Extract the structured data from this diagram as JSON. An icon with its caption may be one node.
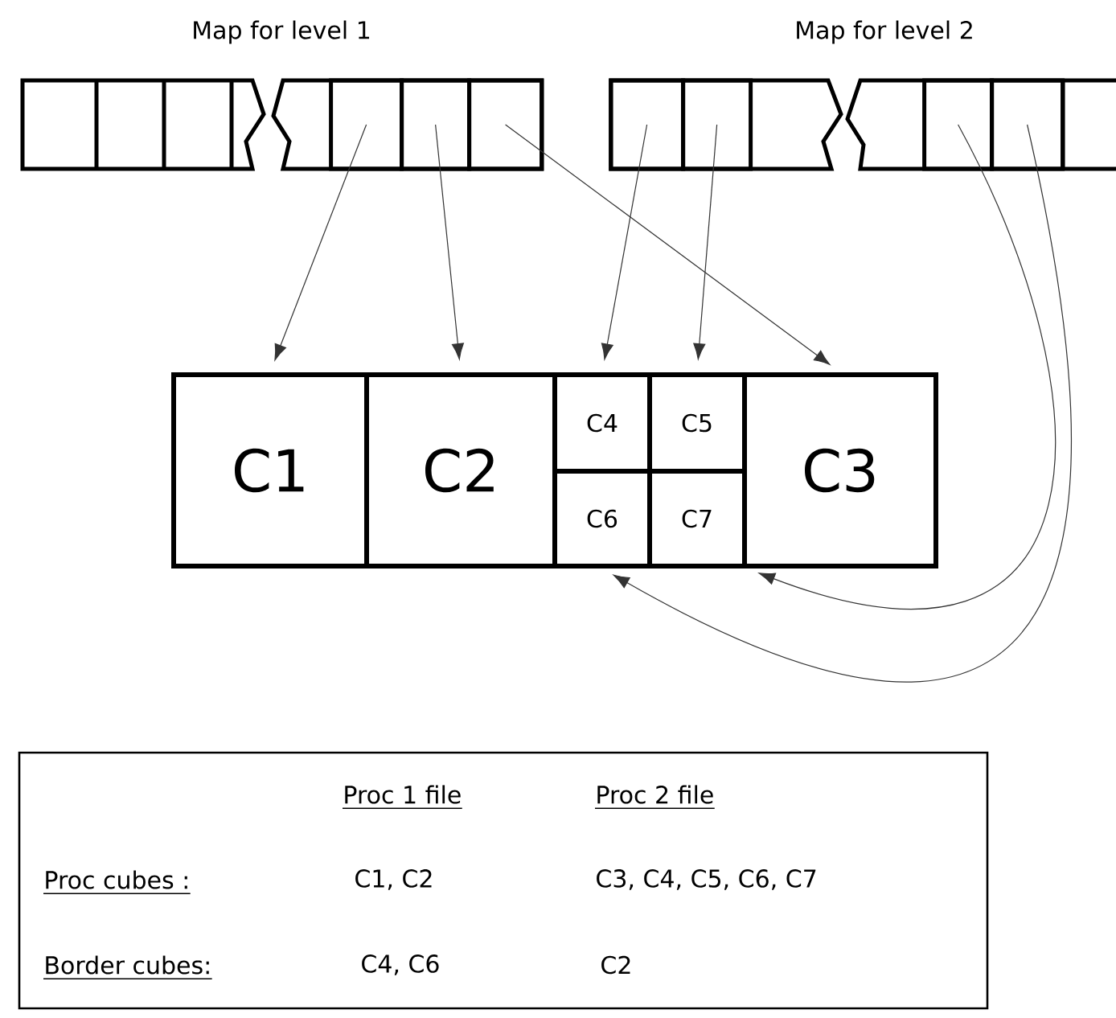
{
  "diagram": {
    "nodes": [
      {
        "text": [
          "Map for level 1"
        ]
      },
      {
        "text": [],
        "shape": "box",
        "in": 0
      },
      {
        "text": [],
        "shape": "box",
        "in": 0
      },
      {
        "text": [],
        "shape": "box",
        "in": 0
      },
      {
        "text": [
          "Map for level 2"
        ]
      },
      {
        "text": [],
        "shape": "box",
        "in": 4
      },
      {
        "text": [],
        "shape": "box",
        "in": 4
      },
      {
        "text": [],
        "shape": "box",
        "in": 4
      },
      {
        "text": [],
        "shape": "box",
        "in": 4
      },
      {
        "text": [
          "C1"
        ]
      },
      {
        "text": [
          "C2"
        ]
      },
      {
        "text": [
          "C4"
        ]
      },
      {
        "text": [
          "C5"
        ]
      },
      {
        "text": [
          "C6"
        ]
      },
      {
        "text": [
          "C7"
        ]
      },
      {
        "text": [
          "C3"
        ]
      },
      {
        "text": [
          "Proc 1 file",
          "Proc 2 file",
          "Proc cubes :",
          "C1, C2",
          "C3, C4, C5, C6, C7",
          "Border cubes:",
          "C4, C6",
          "C2"
        ]
      }
    ],
    "edges": [
      {
        "from": 1,
        "to": 9,
        "arrow": "to"
      },
      {
        "from": 2,
        "to": 10,
        "arrow": "to"
      },
      {
        "from": 3,
        "to": 15,
        "arrow": "to"
      },
      {
        "from": 5,
        "to": 11,
        "arrow": "to"
      },
      {
        "from": 6,
        "to": 12,
        "arrow": "to"
      },
      {
        "from": 7,
        "to": 14,
        "arrow": "to"
      },
      {
        "from": 8,
        "to": 13,
        "arrow": "to"
      }
    ]
  }
}
